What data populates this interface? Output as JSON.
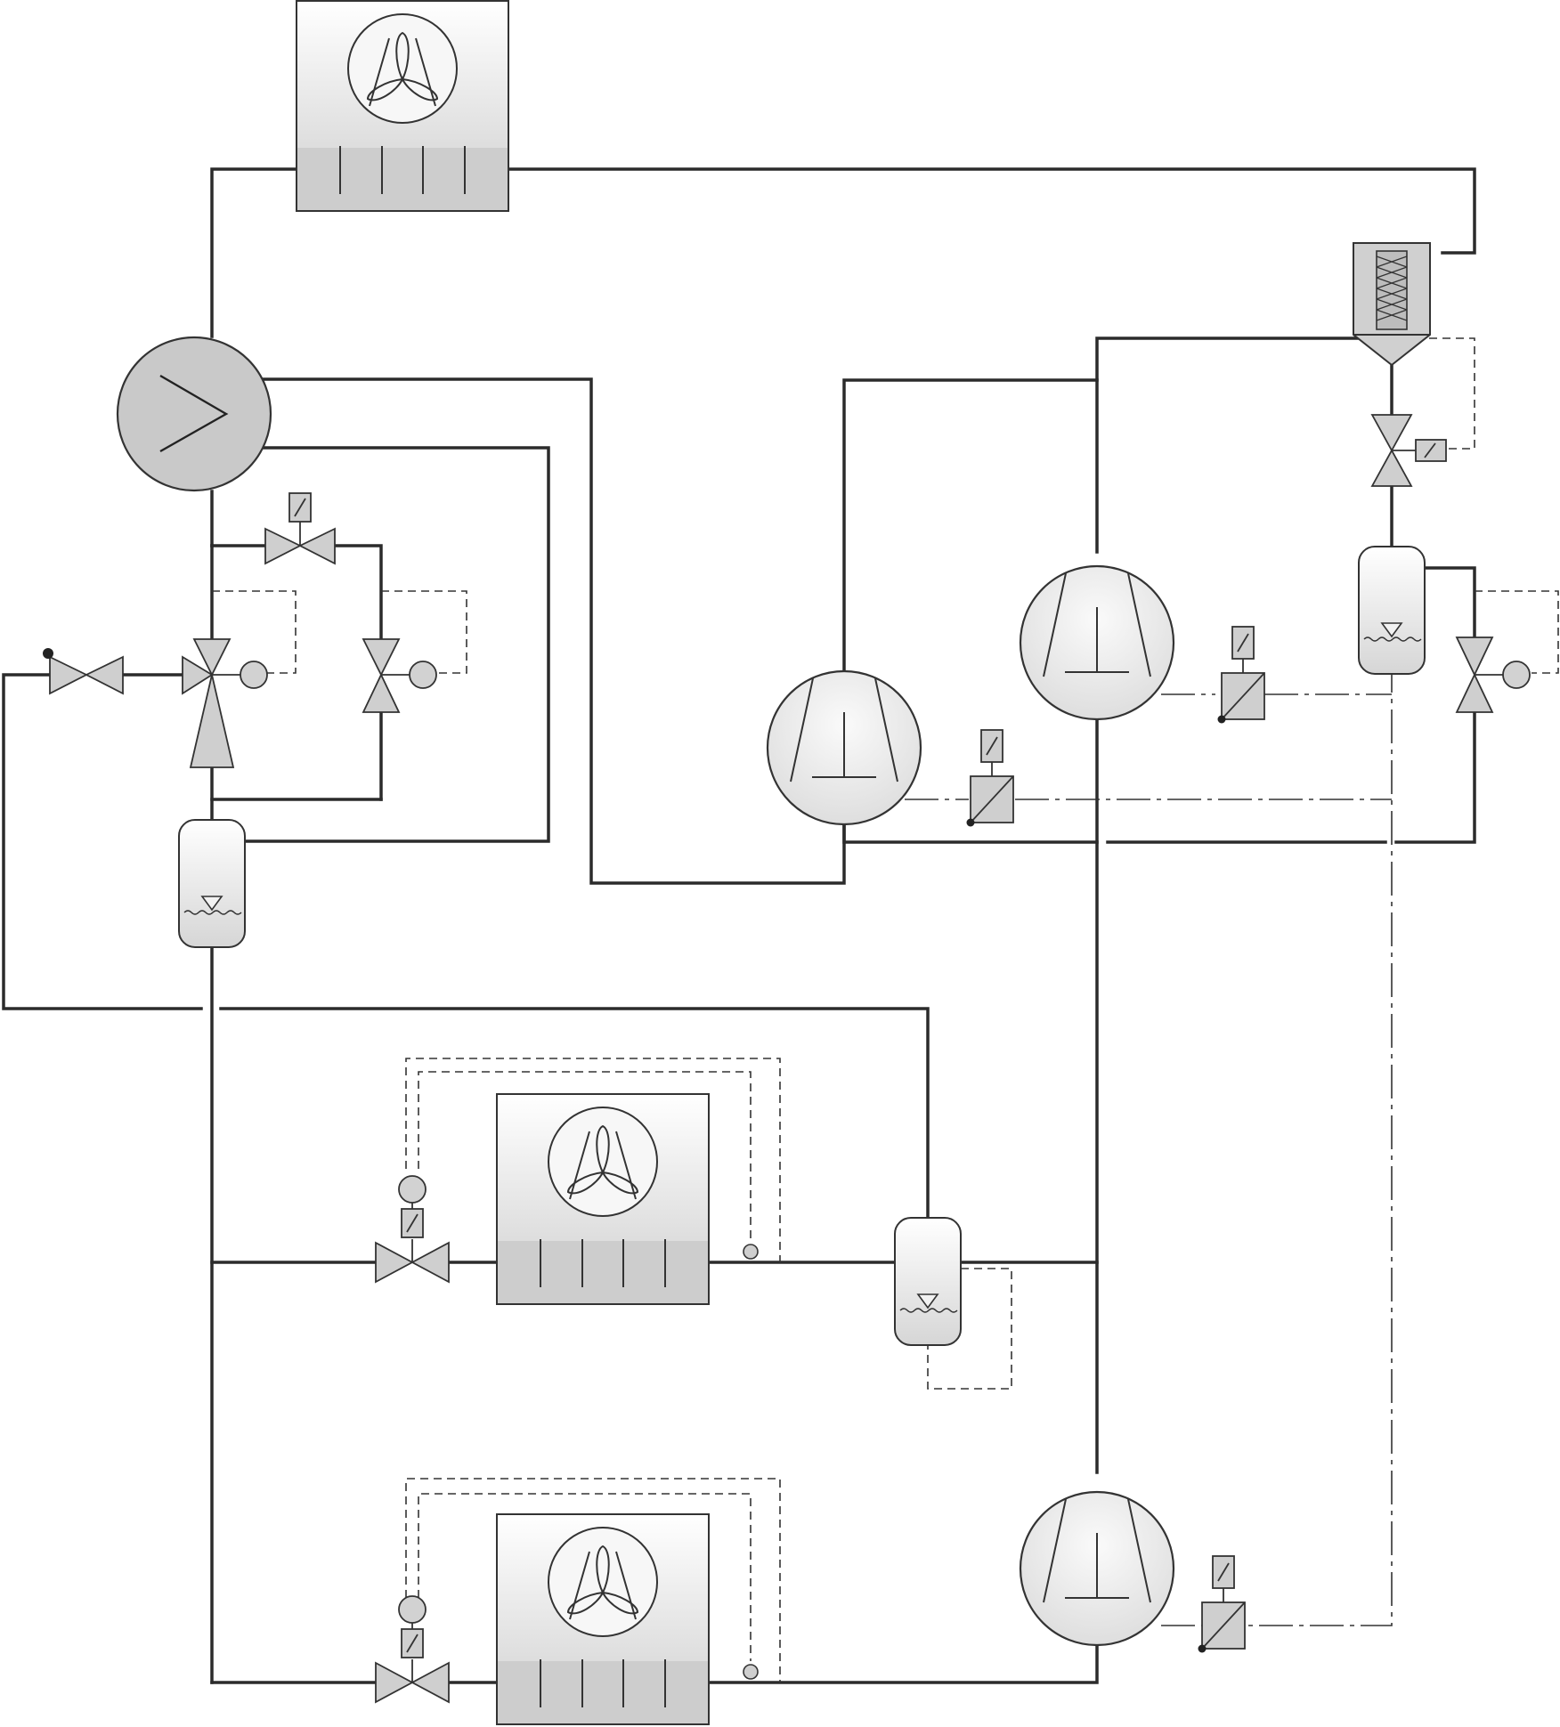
{
  "diagram": {
    "type": "refrigeration-cycle-schematic",
    "colors": {
      "pipe": "#2b2b2b",
      "component_fill": "#d2d2d2",
      "component_fill_light": "#f4f4f4",
      "outline": "#333333"
    },
    "components": [
      {
        "kind": "evaporator-with-fan",
        "count": 3
      },
      {
        "kind": "compressor",
        "count": 3
      },
      {
        "kind": "heat-exchanger",
        "count": 1
      },
      {
        "kind": "liquid-receiver",
        "count": 3
      },
      {
        "kind": "oil-separator",
        "count": 1
      },
      {
        "kind": "solenoid-valve",
        "count": 6
      },
      {
        "kind": "expansion-valve",
        "count": 2
      },
      {
        "kind": "three-way-valve",
        "count": 1
      },
      {
        "kind": "shut-off-valve",
        "count": 1
      }
    ]
  }
}
